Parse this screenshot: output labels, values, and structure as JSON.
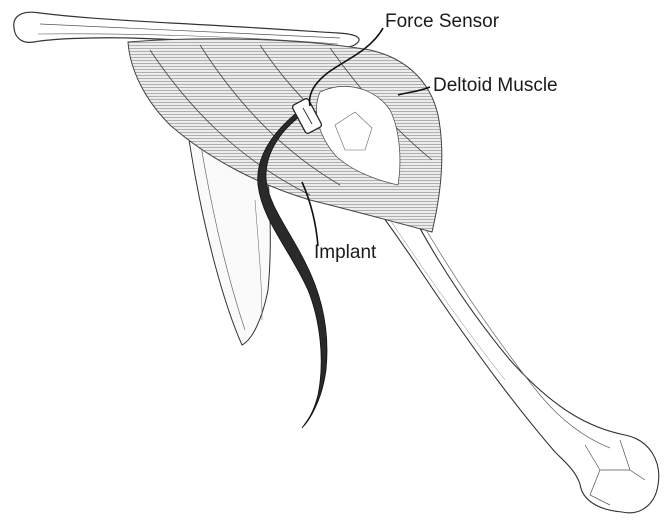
{
  "labels": {
    "force_sensor": "Force Sensor",
    "deltoid_muscle": "Deltoid Muscle",
    "implant": "Implant"
  },
  "colors": {
    "background": "#ffffff",
    "line": "#333333",
    "muscle_fill": "#d6d6d6",
    "implant_fill": "#2a2a2a"
  }
}
